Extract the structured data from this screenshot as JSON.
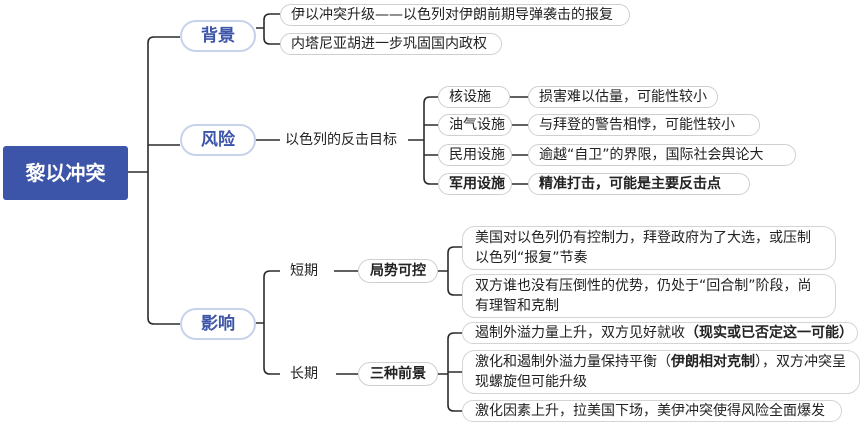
{
  "root": "黎以冲突",
  "background": {
    "label": "背景",
    "items": [
      "伊以冲突升级——以色列对伊朗前期导弹袭击的报复",
      "内塔尼亚胡进一步巩固国内政权"
    ]
  },
  "risk": {
    "label": "风险",
    "target": "以色列的反击目标",
    "items": [
      {
        "name": "核设施",
        "note": "损害难以估量，可能性较小"
      },
      {
        "name": "油气设施",
        "note": "与拜登的警告相悖，可能性较小"
      },
      {
        "name": "民用设施",
        "note": "逾越“自卫”的界限，国际社会舆论大"
      },
      {
        "name": "军用设施",
        "note": "精准打击，可能是主要反击点"
      }
    ]
  },
  "impact": {
    "label": "影响",
    "short": {
      "label": "短期",
      "mid": "局势可控",
      "items": [
        "美国对以色列仍有控制力，拜登政府为了大选，或压制以色列“报复”节奏",
        "双方谁也没有压倒性的优势，仍处于“回合制”阶段，尚有理智和克制"
      ]
    },
    "long": {
      "label": "长期",
      "mid": "三种前景",
      "items": [
        {
          "text": "遏制外溢力量上升，双方见好就收",
          "bold": "（现实或已否定这一可能）",
          "tail": ""
        },
        {
          "text": "激化和遏制外溢力量保持平衡（",
          "bold": "伊朗相对克制",
          "tail": "），双方冲突呈现螺旋但可能升级"
        },
        {
          "text": "激化因素上升，拉美国下场，美伊冲突使得风险全面爆发",
          "bold": "",
          "tail": ""
        }
      ]
    }
  }
}
